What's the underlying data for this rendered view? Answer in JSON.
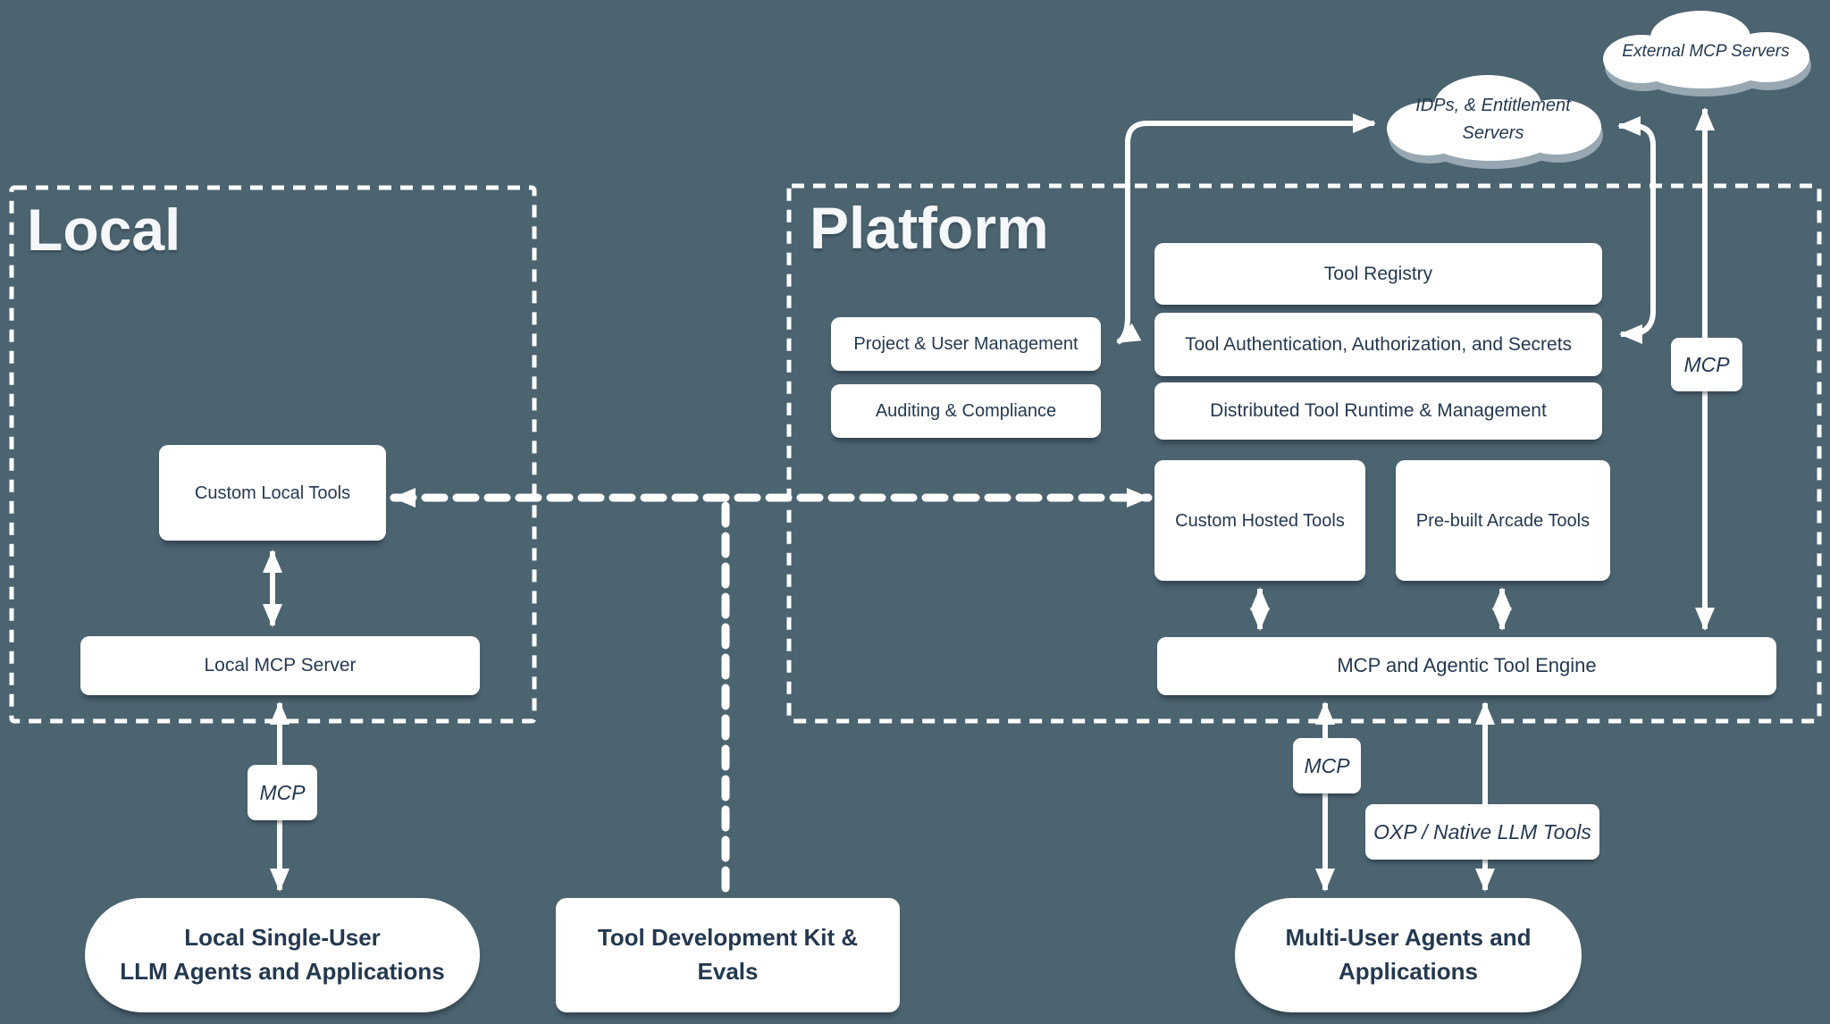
{
  "colors": {
    "background": "#4c6370",
    "node_fill": "#ffffff",
    "node_text": "#24394f",
    "line": "#ffffff"
  },
  "local": {
    "title": "Local",
    "custom_local_tools": "Custom Local Tools",
    "local_mcp_server": "Local MCP Server",
    "mcp_label": "MCP",
    "agents_pill_line1": "Local Single-User",
    "agents_pill_line2": "LLM Agents and Applications"
  },
  "platform": {
    "title": "Platform",
    "tool_registry": "Tool Registry",
    "tool_auth": "Tool Authentication, Authorization, and Secrets",
    "distributed_runtime": "Distributed Tool Runtime & Management",
    "project_user_mgmt": "Project & User Management",
    "auditing_compliance": "Auditing & Compliance",
    "custom_hosted_tools": "Custom Hosted Tools",
    "prebuilt_arcade_tools": "Pre-built Arcade Tools",
    "engine": "MCP and Agentic Tool Engine",
    "mcp_label": "MCP",
    "oxp_label": "OXP / Native LLM Tools",
    "external_mcp_label": "MCP"
  },
  "clouds": {
    "idps_line1": "IDPs, & Entitlement",
    "idps_line2": "Servers",
    "external": "External MCP Servers"
  },
  "bottom": {
    "tool_dev_kit": "Tool Development Kit & Evals",
    "multi_user_line1": "Multi-User Agents and",
    "multi_user_line2": "Applications"
  }
}
